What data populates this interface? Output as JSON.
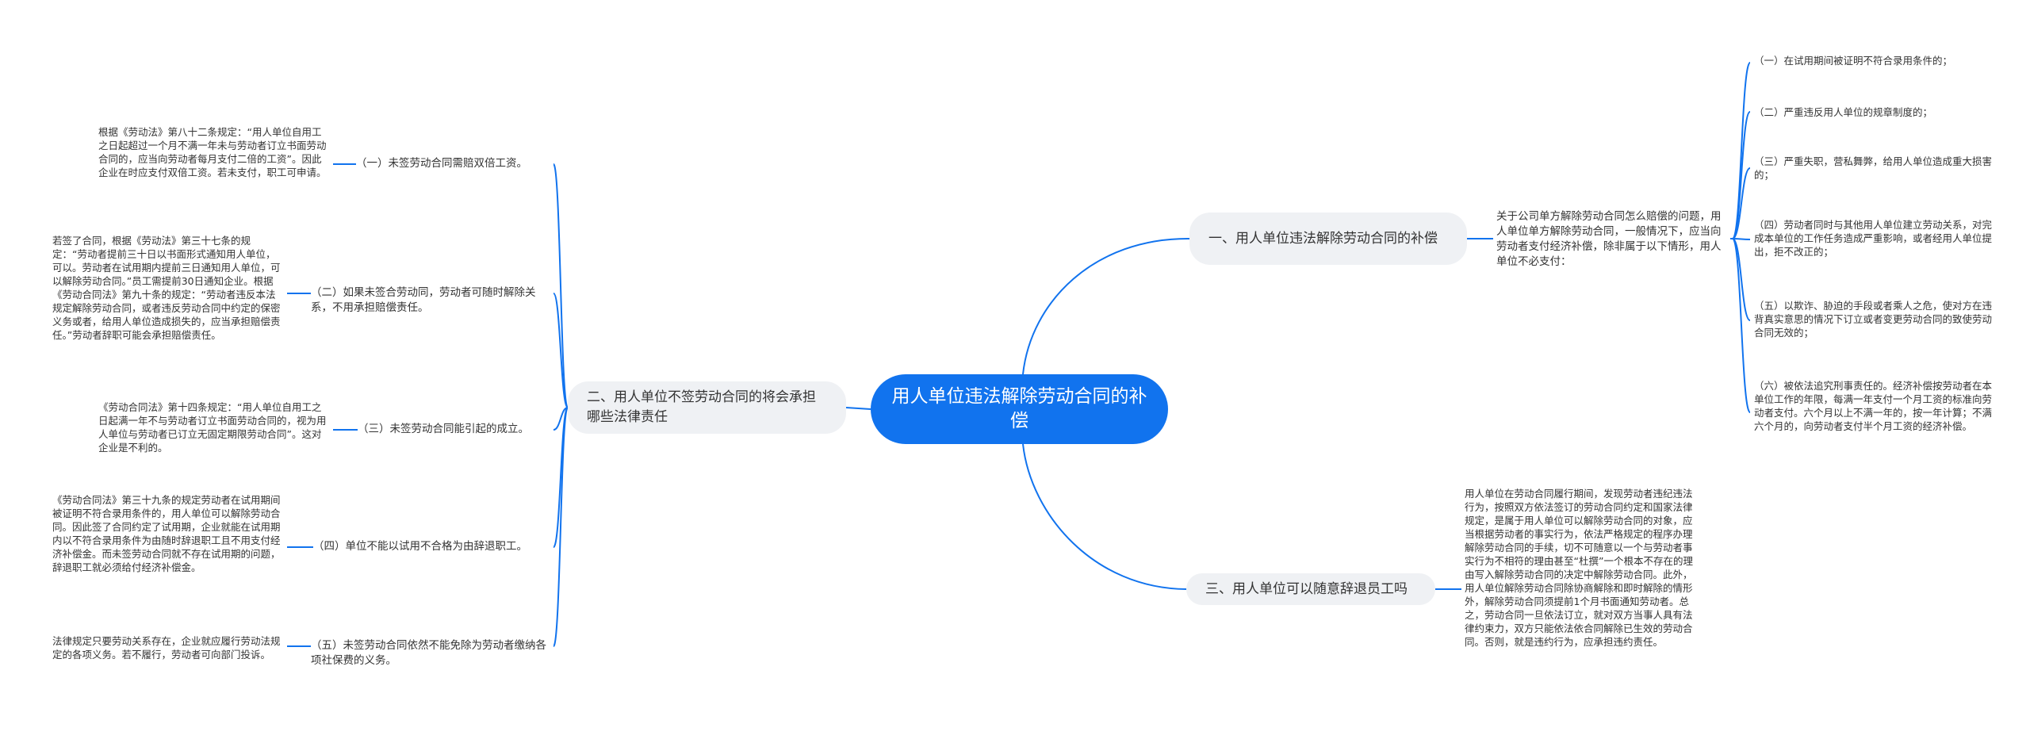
{
  "center": "用人单位违法解除劳动合同的补偿",
  "main_right_1": "一、用人单位违法解除劳动合同的补偿",
  "main_right_1_desc": "关于公司单方解除劳动合同怎么赔偿的问题，用人单位单方解除劳动合同，一般情况下，应当向劳动者支付经济补偿，除非属于以下情形，用人单位不必支付：",
  "right_items": [
    "（一）在试用期间被证明不符合录用条件的；",
    "（二）严重违反用人单位的规章制度的；",
    "（三）严重失职，营私舞弊，给用人单位造成重大损害的；",
    "（四）劳动者同时与其他用人单位建立劳动关系，对完成本单位的工作任务造成严重影响，或者经用人单位提出，拒不改正的；",
    "（五）以欺诈、胁迫的手段或者乘人之危，使对方在违背真实意思的情况下订立或者变更劳动合同的致使劳动合同无效的；",
    "（六）被依法追究刑事责任的。经济补偿按劳动者在本单位工作的年限，每满一年支付一个月工资的标准向劳动者支付。六个月以上不满一年的，按一年计算；不满六个月的，向劳动者支付半个月工资的经济补偿。"
  ],
  "main_right_3": "三、用人单位可以随意辞退员工吗",
  "main_right_3_desc": "用人单位在劳动合同履行期间，发现劳动者违纪违法行为，按照双方依法签订的劳动合同约定和国家法律规定，是属于用人单位可以解除劳动合同的对象，应当根据劳动者的事实行为，依法严格规定的程序办理解除劳动合同的手续，切不可随意以一个与劳动者事实行为不相符的理由甚至“杜撰”一个根本不存在的理由写入解除劳动合同的决定中解除劳动合同。此外，用人单位解除劳动合同除协商解除和即时解除的情形外，解除劳动合同须提前1个月书面通知劳动者。总之，劳动合同一旦依法订立，就对双方当事人具有法律约束力，双方只能依法依合同解除已生效的劳动合同。否则，就是违约行为，应承担违约责任。",
  "main_left_2": "二、用人单位不签劳动合同的将会承担哪些法律责任",
  "left_items": [
    {
      "label": "（一）未签劳动合同需赔双倍工资。",
      "detail": "根据《劳动法》第八十二条规定：“用人单位自用工之日起超过一个月不满一年未与劳动者订立书面劳动合同的，应当向劳动者每月支付二倍的工资”。因此企业在时应支付双倍工资。若未支付，职工可申请。"
    },
    {
      "label": "（二）如果未签合劳动同，劳动者可随时解除关系，不用承担赔偿责任。",
      "detail": "若签了合同，根据《劳动法》第三十七条的规定：“劳动者提前三十日以书面形式通知用人单位，可以。劳动者在试用期内提前三日通知用人单位，可以解除劳动合同。”员工需提前30日通知企业。根据《劳动合同法》第九十条的规定：“劳动者违反本法规定解除劳动合同，或者违反劳动合同中约定的保密义务或者，给用人单位造成损失的，应当承担赔偿责任。”劳动者辞职可能会承担赔偿责任。"
    },
    {
      "label": "（三）未签劳动合同能引起的成立。",
      "detail": "《劳动合同法》第十四条规定：“用人单位自用工之日起满一年不与劳动者订立书面劳动合同的，视为用人单位与劳动者已订立无固定期限劳动合同”。这对企业是不利的。"
    },
    {
      "label": "（四）单位不能以试用不合格为由辞退职工。",
      "detail": "《劳动合同法》第三十九条的规定劳动者在试用期间被证明不符合录用条件的，用人单位可以解除劳动合同。因此签了合同约定了试用期，企业就能在试用期内以不符合录用条件为由随时辞退职工且不用支付经济补偿金。而未签劳动合同就不存在试用期的问题，辞退职工就必须给付经济补偿金。"
    },
    {
      "label": "（五）未签劳动合同依然不能免除为劳动者缴纳各项社保费的义务。",
      "detail": "法律规定只要劳动关系存在，企业就应履行劳动法规定的各项义务。若不履行，劳动者可向部门投诉。"
    }
  ],
  "colors": {
    "center_bg": "#1173ee",
    "edge": "#1173ee",
    "main_bg": "#eff1f4",
    "text": "#333333"
  }
}
